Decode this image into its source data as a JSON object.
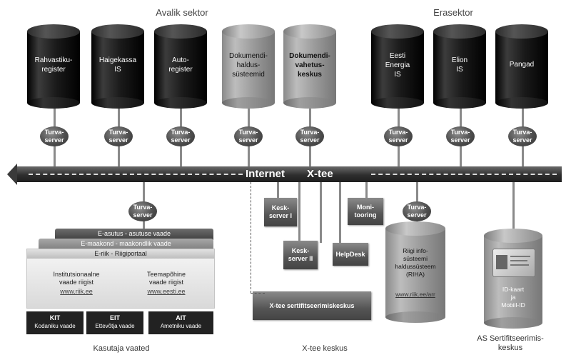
{
  "headers": {
    "public": "Avalik sektor",
    "private": "Erasektor"
  },
  "databases": [
    {
      "label": "Rahvastiku-\nregister"
    },
    {
      "label": "Haigekassa\nIS"
    },
    {
      "label": "Auto-\nregister"
    },
    {
      "label": "Dokumendi-\nhaldus-\nsüsteemid"
    },
    {
      "label": "Dokumendi-\nvahetus-\nkeskus"
    },
    {
      "label": "Eesti\nEnergia\nIS"
    },
    {
      "label": "Elion\nIS"
    },
    {
      "label": "Pangad"
    }
  ],
  "security_server_label": "Turva-\nserver",
  "internet_bar": {
    "internet": "Internet",
    "xtee": "X-tee"
  },
  "center_boxes": {
    "keskserver1": "Kesk-\nserver I",
    "keskserver2": "Kesk-\nserver II",
    "helpdesk": "HelpDesk",
    "monitooring": "Moni-\ntooring",
    "sert": "X-tee sertifitseerimiskeskus"
  },
  "riha": {
    "label": "Riigi info-\nsüsteemi\nhaldussüsteem\n(RIHA)",
    "link": "www.riik.ee/arr"
  },
  "idcard": {
    "label": "ID-kaart\nja\nMobiil-ID"
  },
  "portal": {
    "layer1": "E-asutus - asutuse vaade",
    "layer2": "E-maakond - maakondlik vaade",
    "layer3": "E-riik - Riigiportaal",
    "left_title": "Institutsionaalne\nvaade riigist",
    "left_link": "www.riik.ee",
    "right_title": "Teemapõhine\nvaade riigist",
    "right_link": "www.eesti.ee",
    "buttons": [
      {
        "title": "KIT",
        "sub": "Kodaniku vaade"
      },
      {
        "title": "EIT",
        "sub": "Ettevõtja vaade"
      },
      {
        "title": "AIT",
        "sub": "Ametniku vaade"
      }
    ]
  },
  "footers": {
    "user_views": "Kasutaja vaated",
    "xtee_center": "X-tee keskus",
    "as_sert": "AS Sertifitseerimis-\nkeskus"
  }
}
